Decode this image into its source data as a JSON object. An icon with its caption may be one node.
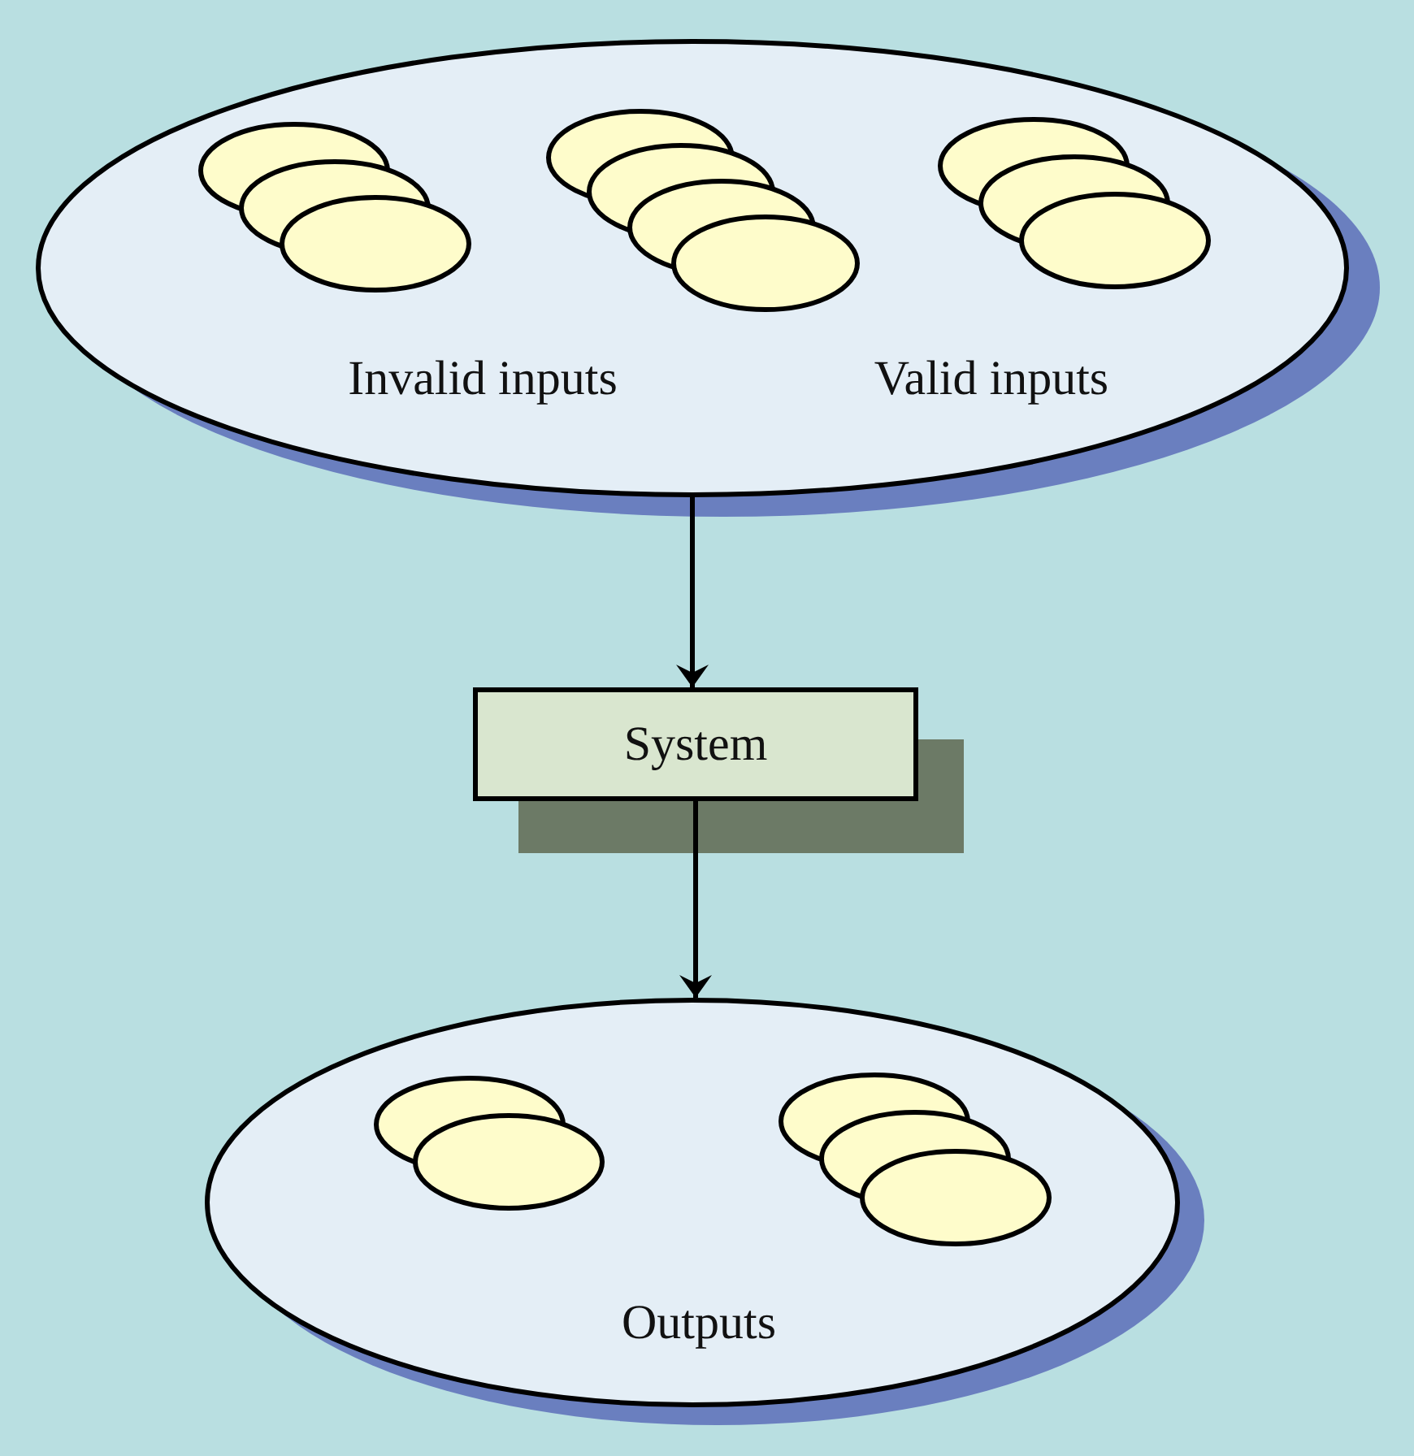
{
  "diagram": {
    "nodes": [
      {
        "text": [
          "Invalid inputs",
          "Valid inputs"
        ]
      },
      {
        "text": [],
        "shape": "ellipse",
        "in": 0
      },
      {
        "text": [],
        "shape": "ellipse",
        "in": 0
      },
      {
        "text": [],
        "shape": "ellipse",
        "in": 0
      },
      {
        "text": [],
        "shape": "ellipse",
        "in": 0
      },
      {
        "text": [],
        "shape": "ellipse",
        "in": 0
      },
      {
        "text": [],
        "shape": "ellipse",
        "in": 0
      },
      {
        "text": [],
        "shape": "ellipse",
        "in": 0
      },
      {
        "text": [],
        "shape": "ellipse",
        "in": 0
      },
      {
        "text": [],
        "shape": "ellipse",
        "in": 0
      },
      {
        "text": [],
        "shape": "ellipse",
        "in": 0
      },
      {
        "text": [
          "System"
        ]
      },
      {
        "text": [
          "Outputs"
        ]
      },
      {
        "text": [],
        "shape": "ellipse",
        "in": 12
      },
      {
        "text": [],
        "shape": "ellipse",
        "in": 12
      },
      {
        "text": [],
        "shape": "ellipse",
        "in": 12
      },
      {
        "text": [],
        "shape": "ellipse",
        "in": 12
      },
      {
        "text": [],
        "shape": "ellipse",
        "in": 12
      }
    ],
    "edges": [
      {
        "from": 0,
        "to": 11,
        "arrow": "to"
      },
      {
        "from": 11,
        "to": 12,
        "arrow": "to"
      }
    ]
  }
}
